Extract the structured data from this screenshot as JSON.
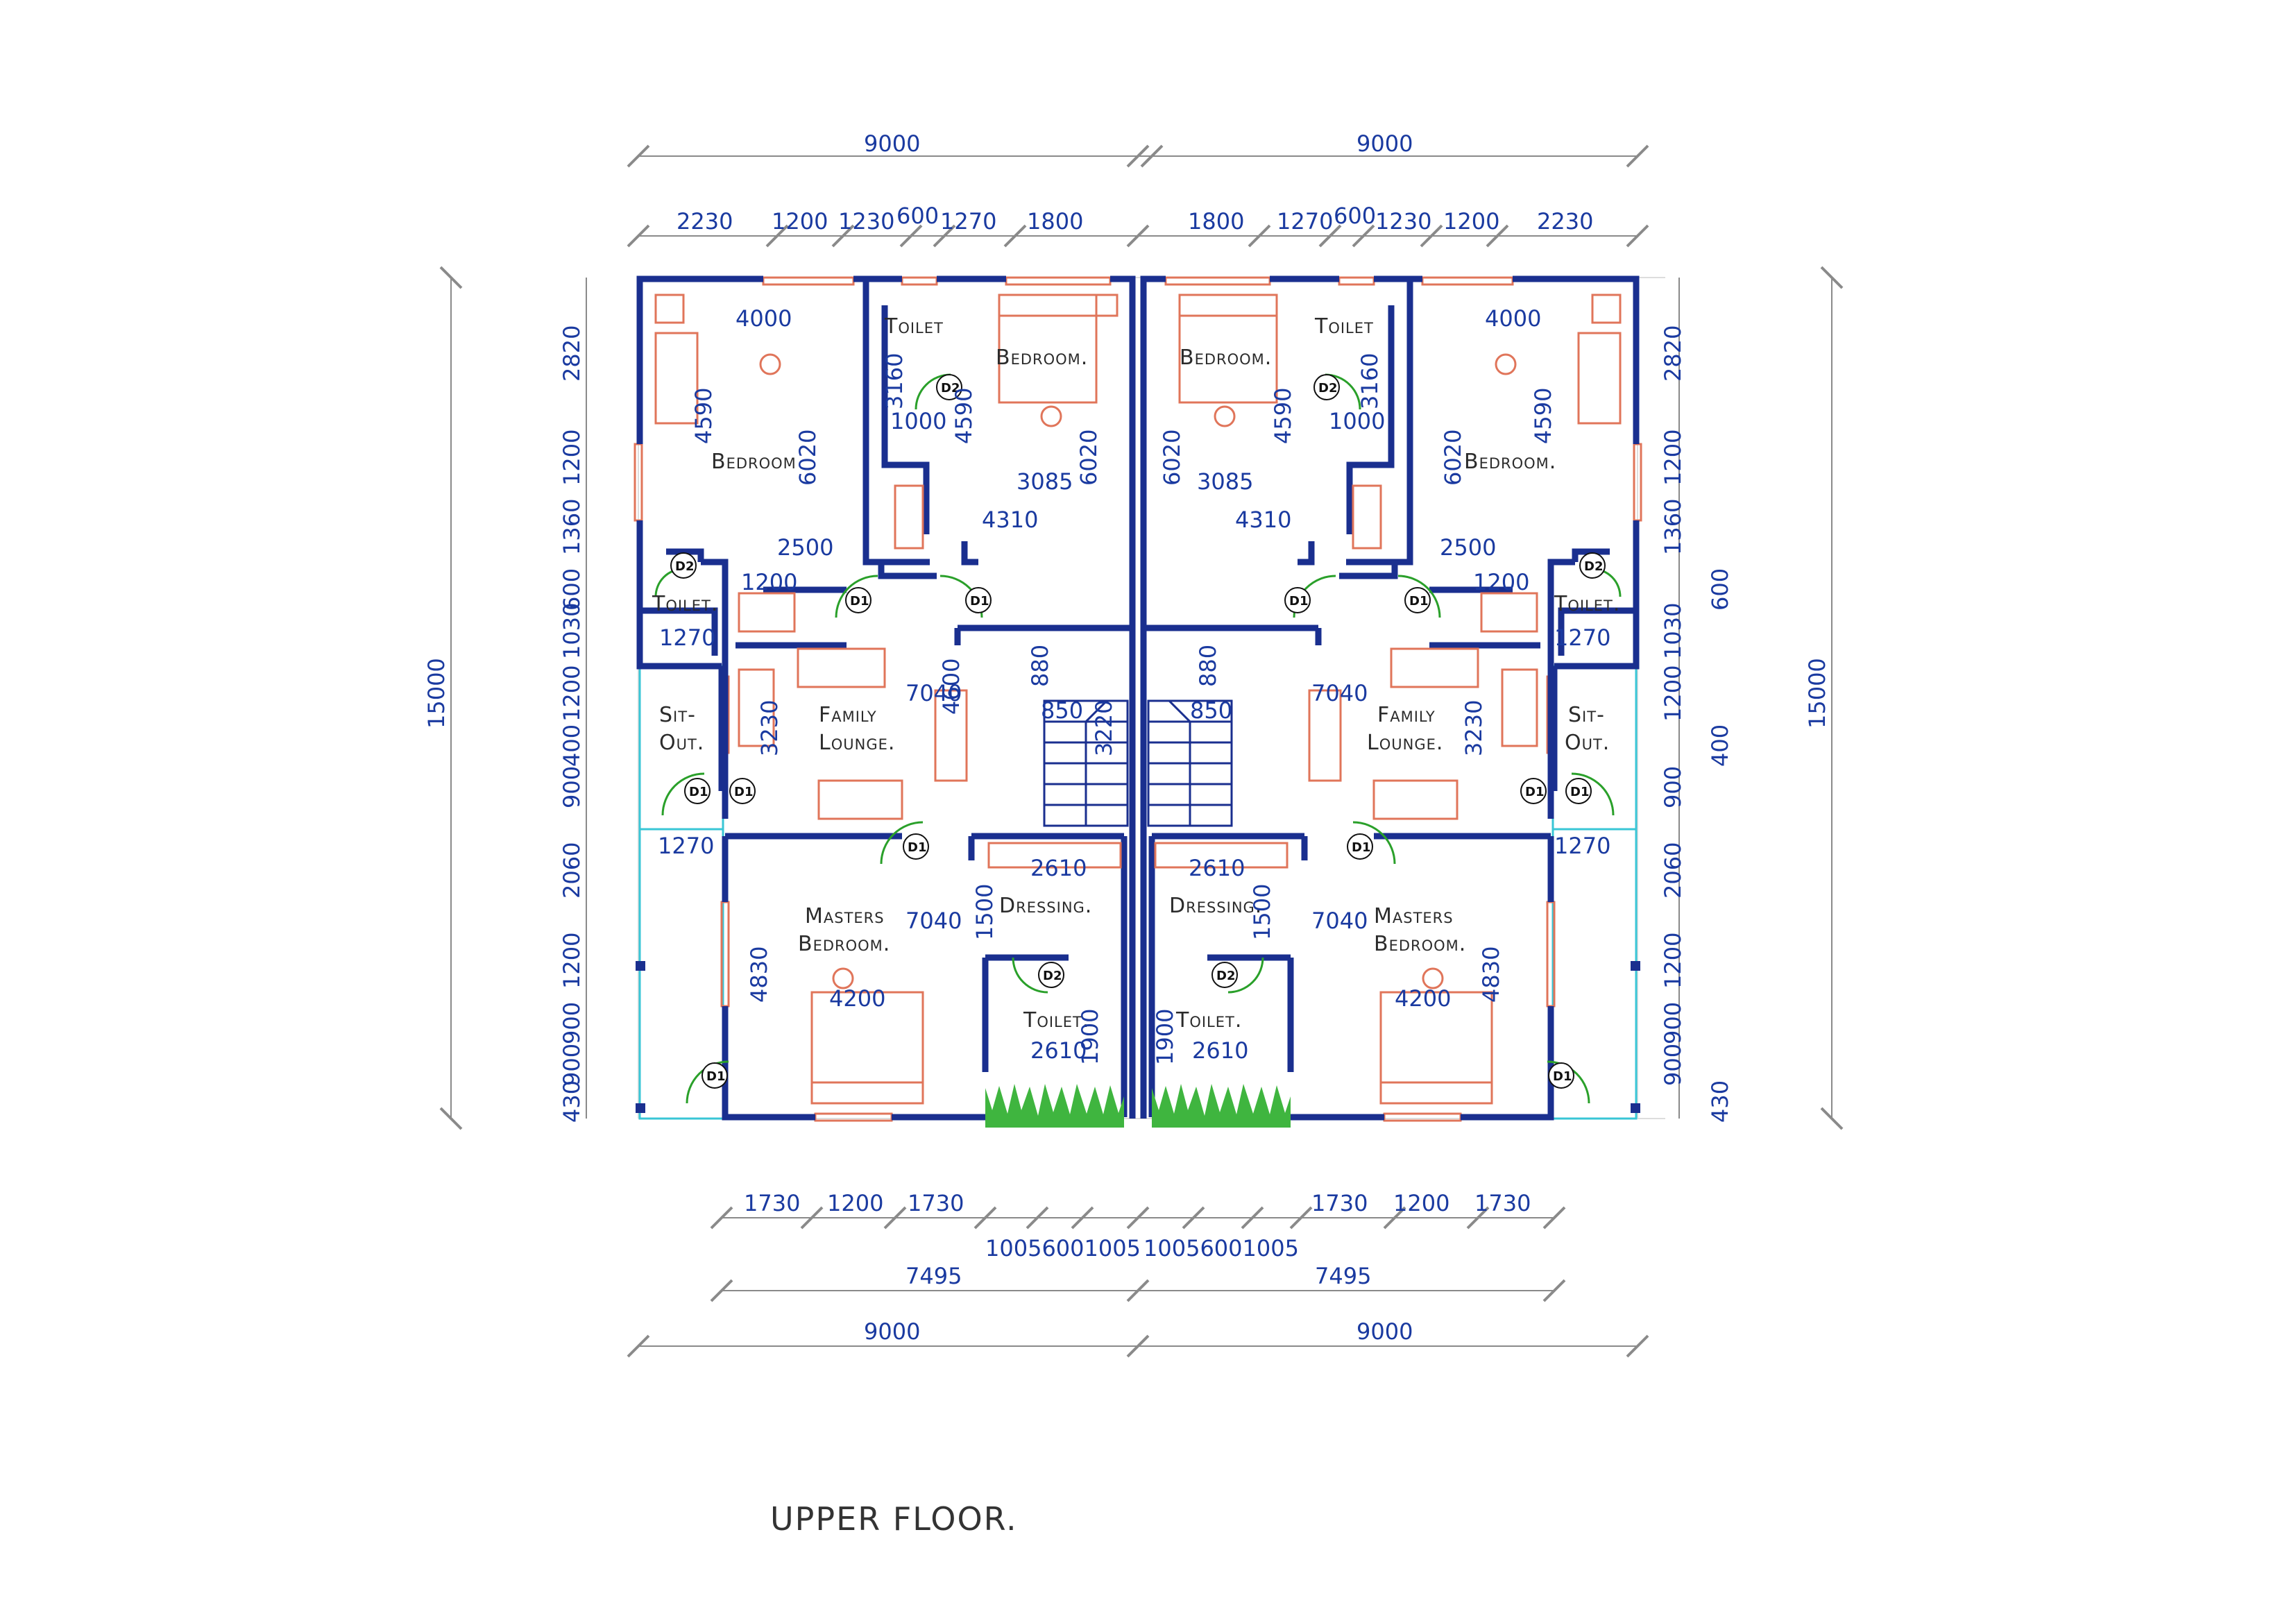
{
  "title": "UPPER FLOOR.",
  "colors": {
    "wall": "#1a2f8f",
    "dimension_text": "#1a3aa0",
    "furniture": "#e0755a",
    "door_swing": "#2aa02a",
    "balcony": "#39c6d6",
    "grass": "#3fb53f"
  },
  "dimensions": {
    "overall_width_left": "9000",
    "overall_width_right": "9000",
    "overall_depth_left": "15000",
    "overall_depth_right": "15000",
    "top_segments": [
      "2230",
      "1200",
      "1230",
      "600",
      "1270",
      "1800",
      "1800",
      "1270",
      "600",
      "1230",
      "1200",
      "2230"
    ],
    "bottom_segments": [
      "1730",
      "1200",
      "1730",
      "1730",
      "1200",
      "1730"
    ],
    "bottom_mid_left": "10056001005",
    "bottom_mid_right": "10056001005",
    "bottom_span_left": "7495",
    "bottom_span_right": "7495",
    "bottom_overall_left": "9000",
    "bottom_overall_right": "9000",
    "left_side": [
      "2820",
      "1200",
      "1360",
      "600",
      "1030",
      "1200",
      "400",
      "900",
      "2060",
      "1200",
      "900",
      "900",
      "430"
    ],
    "right_side": [
      "2820",
      "1200",
      "1360",
      "600",
      "1030",
      "1200",
      "400",
      "900",
      "2060",
      "1200",
      "900",
      "900",
      "430"
    ]
  },
  "rooms": {
    "bedroom": "Bedroom.",
    "bedroom_no_dot": "Bedroom",
    "toilet": "Toilet",
    "toilet_dot": "Toilet.",
    "family_lounge_1": "Family",
    "family_lounge_2": "Lounge.",
    "sit_out_1": "Sit-",
    "sit_out_2": "Out.",
    "masters_1": "Masters",
    "masters_2": "Bedroom.",
    "dressing": "Dressing."
  },
  "room_dims": {
    "d4000": "4000",
    "d4590": "4590",
    "d6020": "6020",
    "d2500": "2500",
    "d3160": "3160",
    "d1000": "1000",
    "d3085": "3085",
    "d4310": "4310",
    "d1200": "1200",
    "d1270": "1270",
    "d7040": "7040",
    "d4600": "4600",
    "d3230": "3230",
    "d880": "880",
    "d850": "850",
    "d2610": "2610",
    "d1500": "1500",
    "d4830": "4830",
    "d4200": "4200",
    "d1900": "1900",
    "d3220": "3220"
  },
  "door_tags": {
    "d1": "D1",
    "d2": "D2"
  }
}
